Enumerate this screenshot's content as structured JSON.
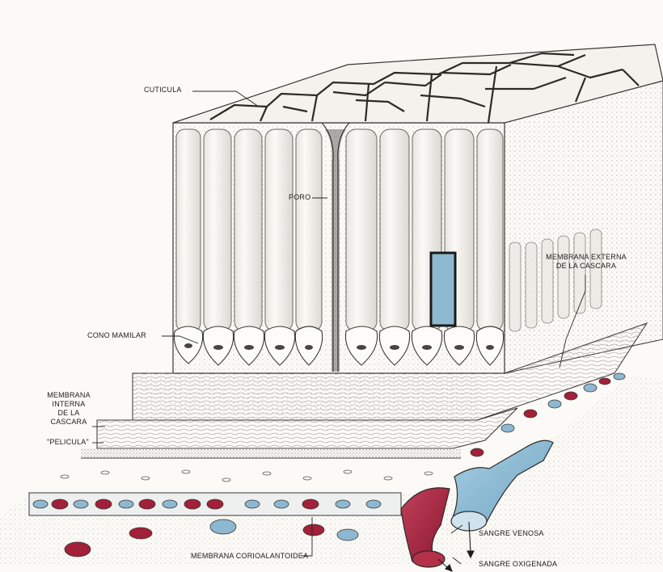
{
  "labels": {
    "cuticula": "CUTICULA",
    "poro": "PORO",
    "cono_mamilar": "CONO MAMILAR",
    "membrana_externa_line1": "MEMBRANA EXTERNA",
    "membrana_externa_line2": "DE LA CASCARA",
    "membrana_interna_line1": "MEMBRANA",
    "membrana_interna_line2": "INTERNA",
    "membrana_interna_line3": "DE LA",
    "membrana_interna_line4": "CASCARA",
    "pelicula": "\"PELICULA\"",
    "membrana_corioalantoidea": "MEMBRANA CORIOALANTOIDEA",
    "sangre_venosa": "SANGRE VENOSA",
    "sangre_oxigenada": "SANGRE OXIGENADA"
  },
  "colors": {
    "background": "#fbfaf6",
    "ink": "#2a2622",
    "stipple": "#8d8882",
    "red_cell": "#a3203a",
    "blue_cell": "#8db8d1",
    "highlight_box_fill": "#8fb9d0",
    "highlight_box_border": "#1a1a1a"
  }
}
